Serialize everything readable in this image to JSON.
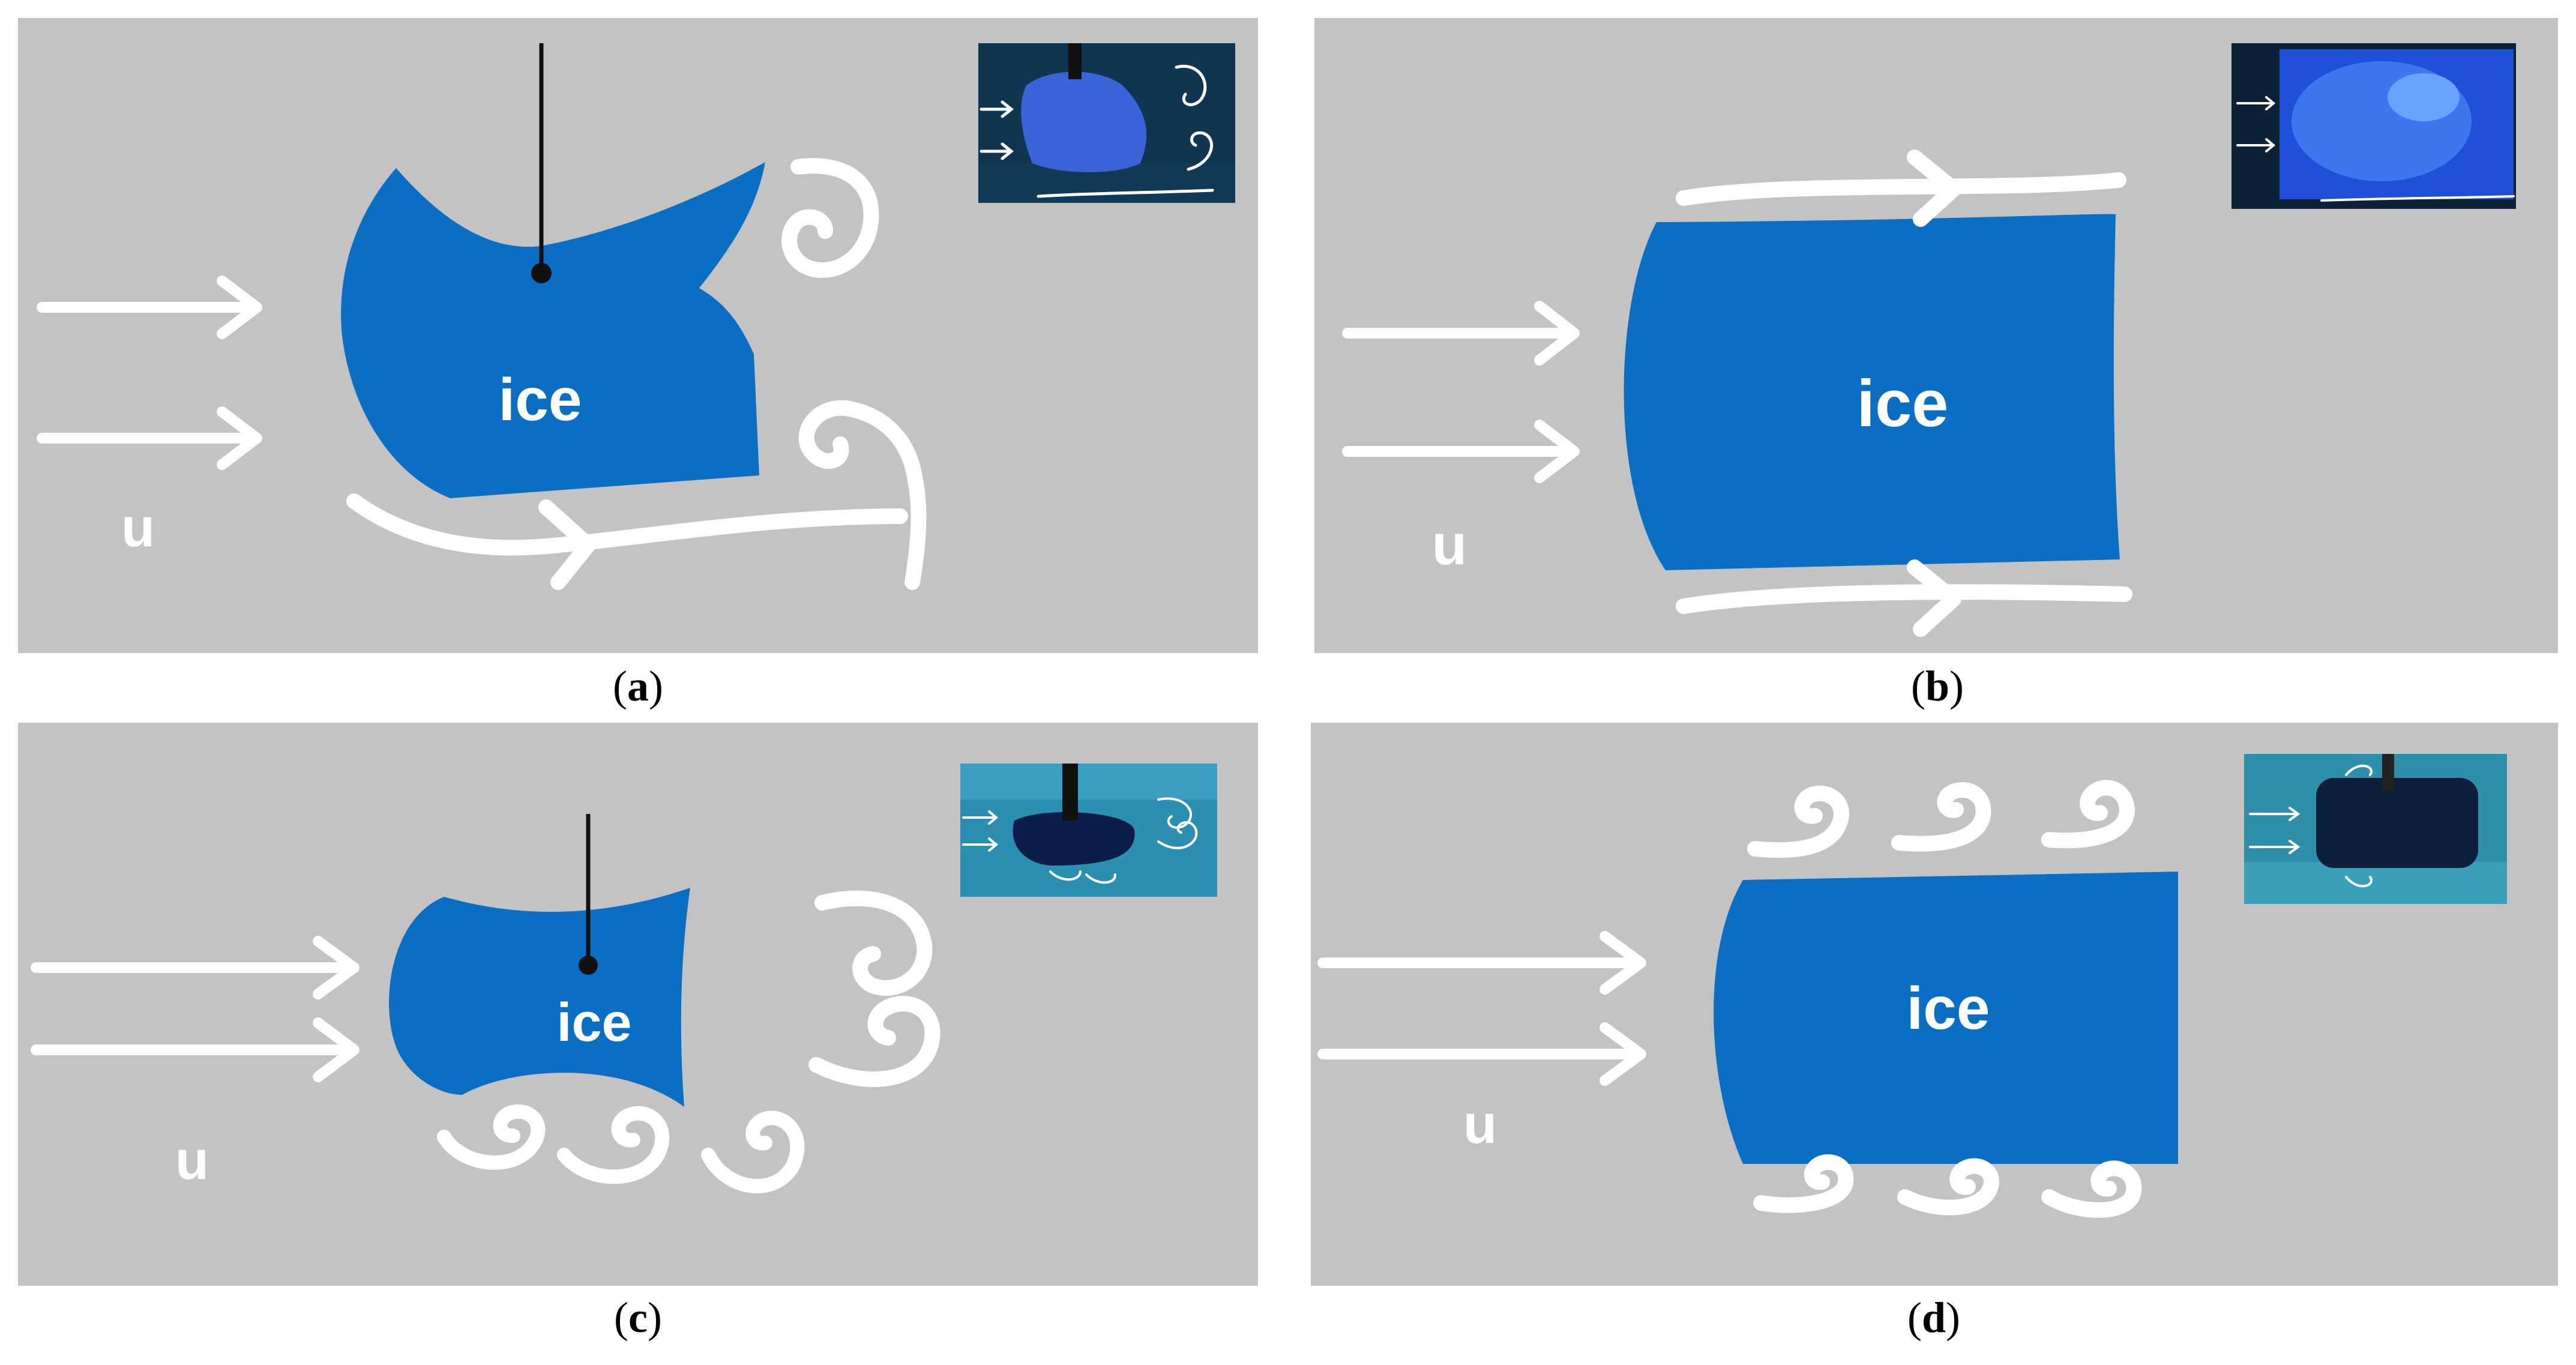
{
  "panels": [
    {
      "id": "a",
      "ice_label": "ice",
      "flow_label": "u",
      "caption_letter": "a"
    },
    {
      "id": "b",
      "ice_label": "ice",
      "flow_label": "u",
      "caption_letter": "b"
    },
    {
      "id": "c",
      "ice_label": "ice",
      "flow_label": "u",
      "caption_letter": "c"
    },
    {
      "id": "d",
      "ice_label": "ice",
      "flow_label": "u",
      "caption_letter": "d"
    }
  ],
  "colors": {
    "background": "#c3c3c3",
    "ice": "#0a6fc2",
    "flow_lines": "#ffffff",
    "tether": "#111111"
  }
}
